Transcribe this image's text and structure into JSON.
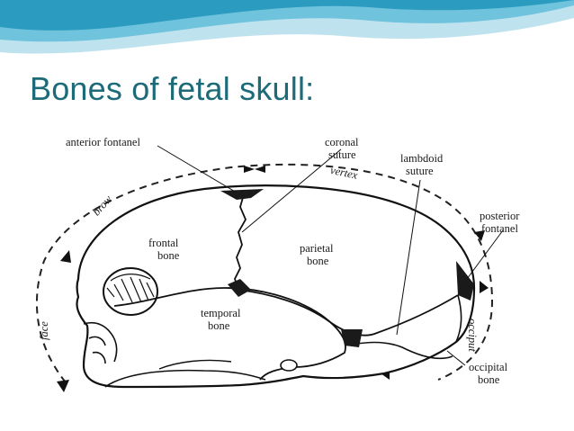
{
  "slide": {
    "title": "Bones of fetal skull:"
  },
  "diagram": {
    "labels": {
      "anterior_fontanel": "anterior fontanel",
      "coronal": "coronal",
      "suture": "suture",
      "vertex": "vertex",
      "lambdoid": "lambdoid",
      "lambdoid_suture": "suture",
      "posterior": "posterior",
      "fontanel": "fontanel",
      "brow": "brow",
      "frontal": "frontal",
      "frontal_bone": "bone",
      "parietal": "parietal",
      "parietal_bone": "bone",
      "temporal": "temporal",
      "temporal_bone": "bone",
      "face": "face",
      "occiput": "occiput",
      "occipital": "occipital",
      "occipital_bone": "bone"
    }
  },
  "colors": {
    "title": "#1d6a78",
    "wave_light": "#bfe3ee",
    "wave_mid": "#6fc3dc",
    "wave_dark": "#2c9bc0"
  }
}
